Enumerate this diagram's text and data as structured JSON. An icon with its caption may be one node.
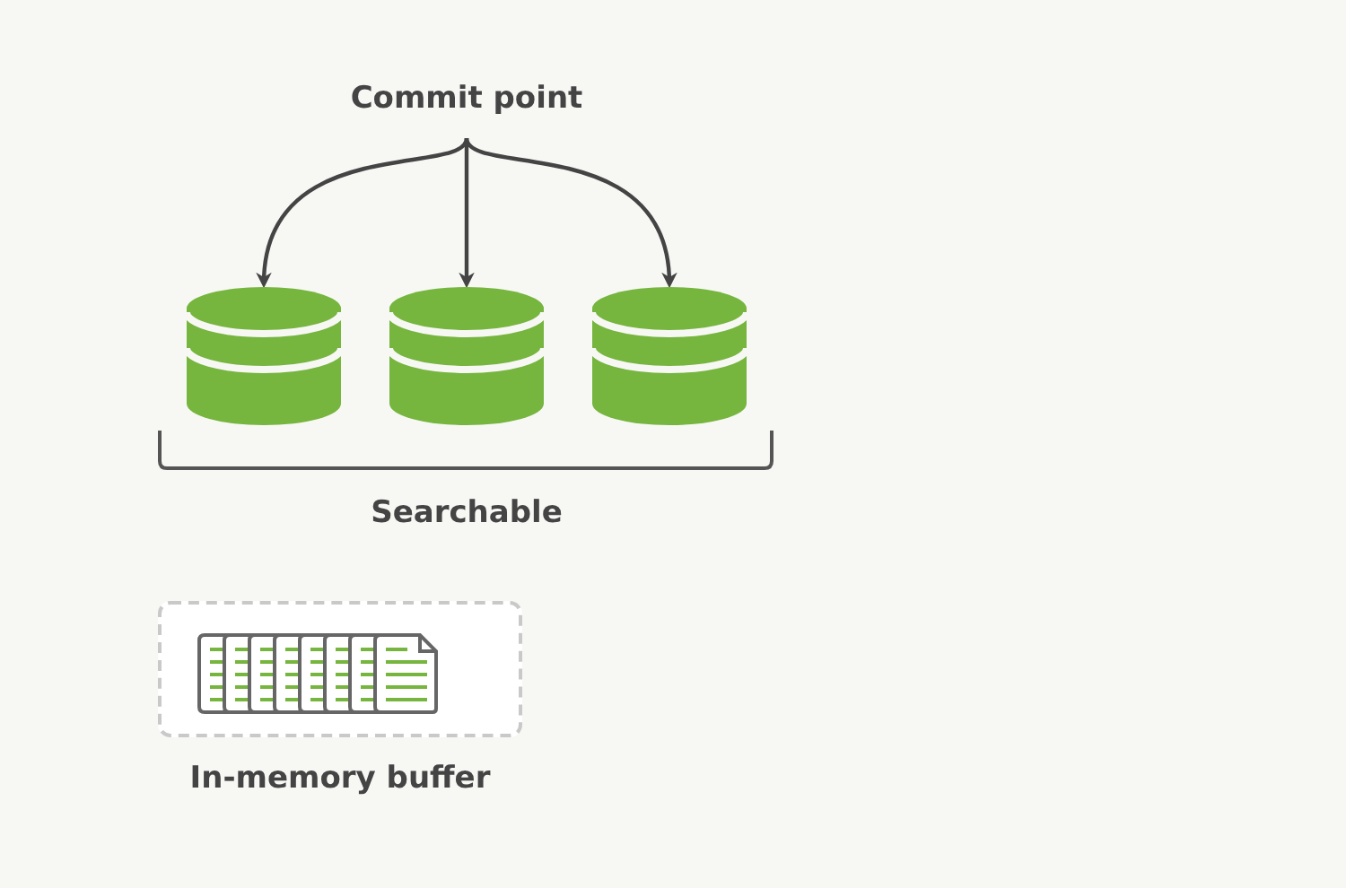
{
  "diagram": {
    "nodes": [
      {
        "text": [
          "Commit point"
        ]
      },
      {
        "text": [],
        "shape": "cylinder"
      },
      {
        "text": [],
        "shape": "cylinder"
      },
      {
        "text": [],
        "shape": "cylinder"
      },
      {
        "text": [
          "In-memory buffer"
        ]
      }
    ],
    "edges": [
      {
        "from": 0,
        "to": 1,
        "arrow": "to"
      },
      {
        "from": 0,
        "to": 2,
        "arrow": "to"
      },
      {
        "from": 0,
        "to": 3,
        "arrow": "to"
      }
    ],
    "labels": [
      "Searchable"
    ]
  }
}
